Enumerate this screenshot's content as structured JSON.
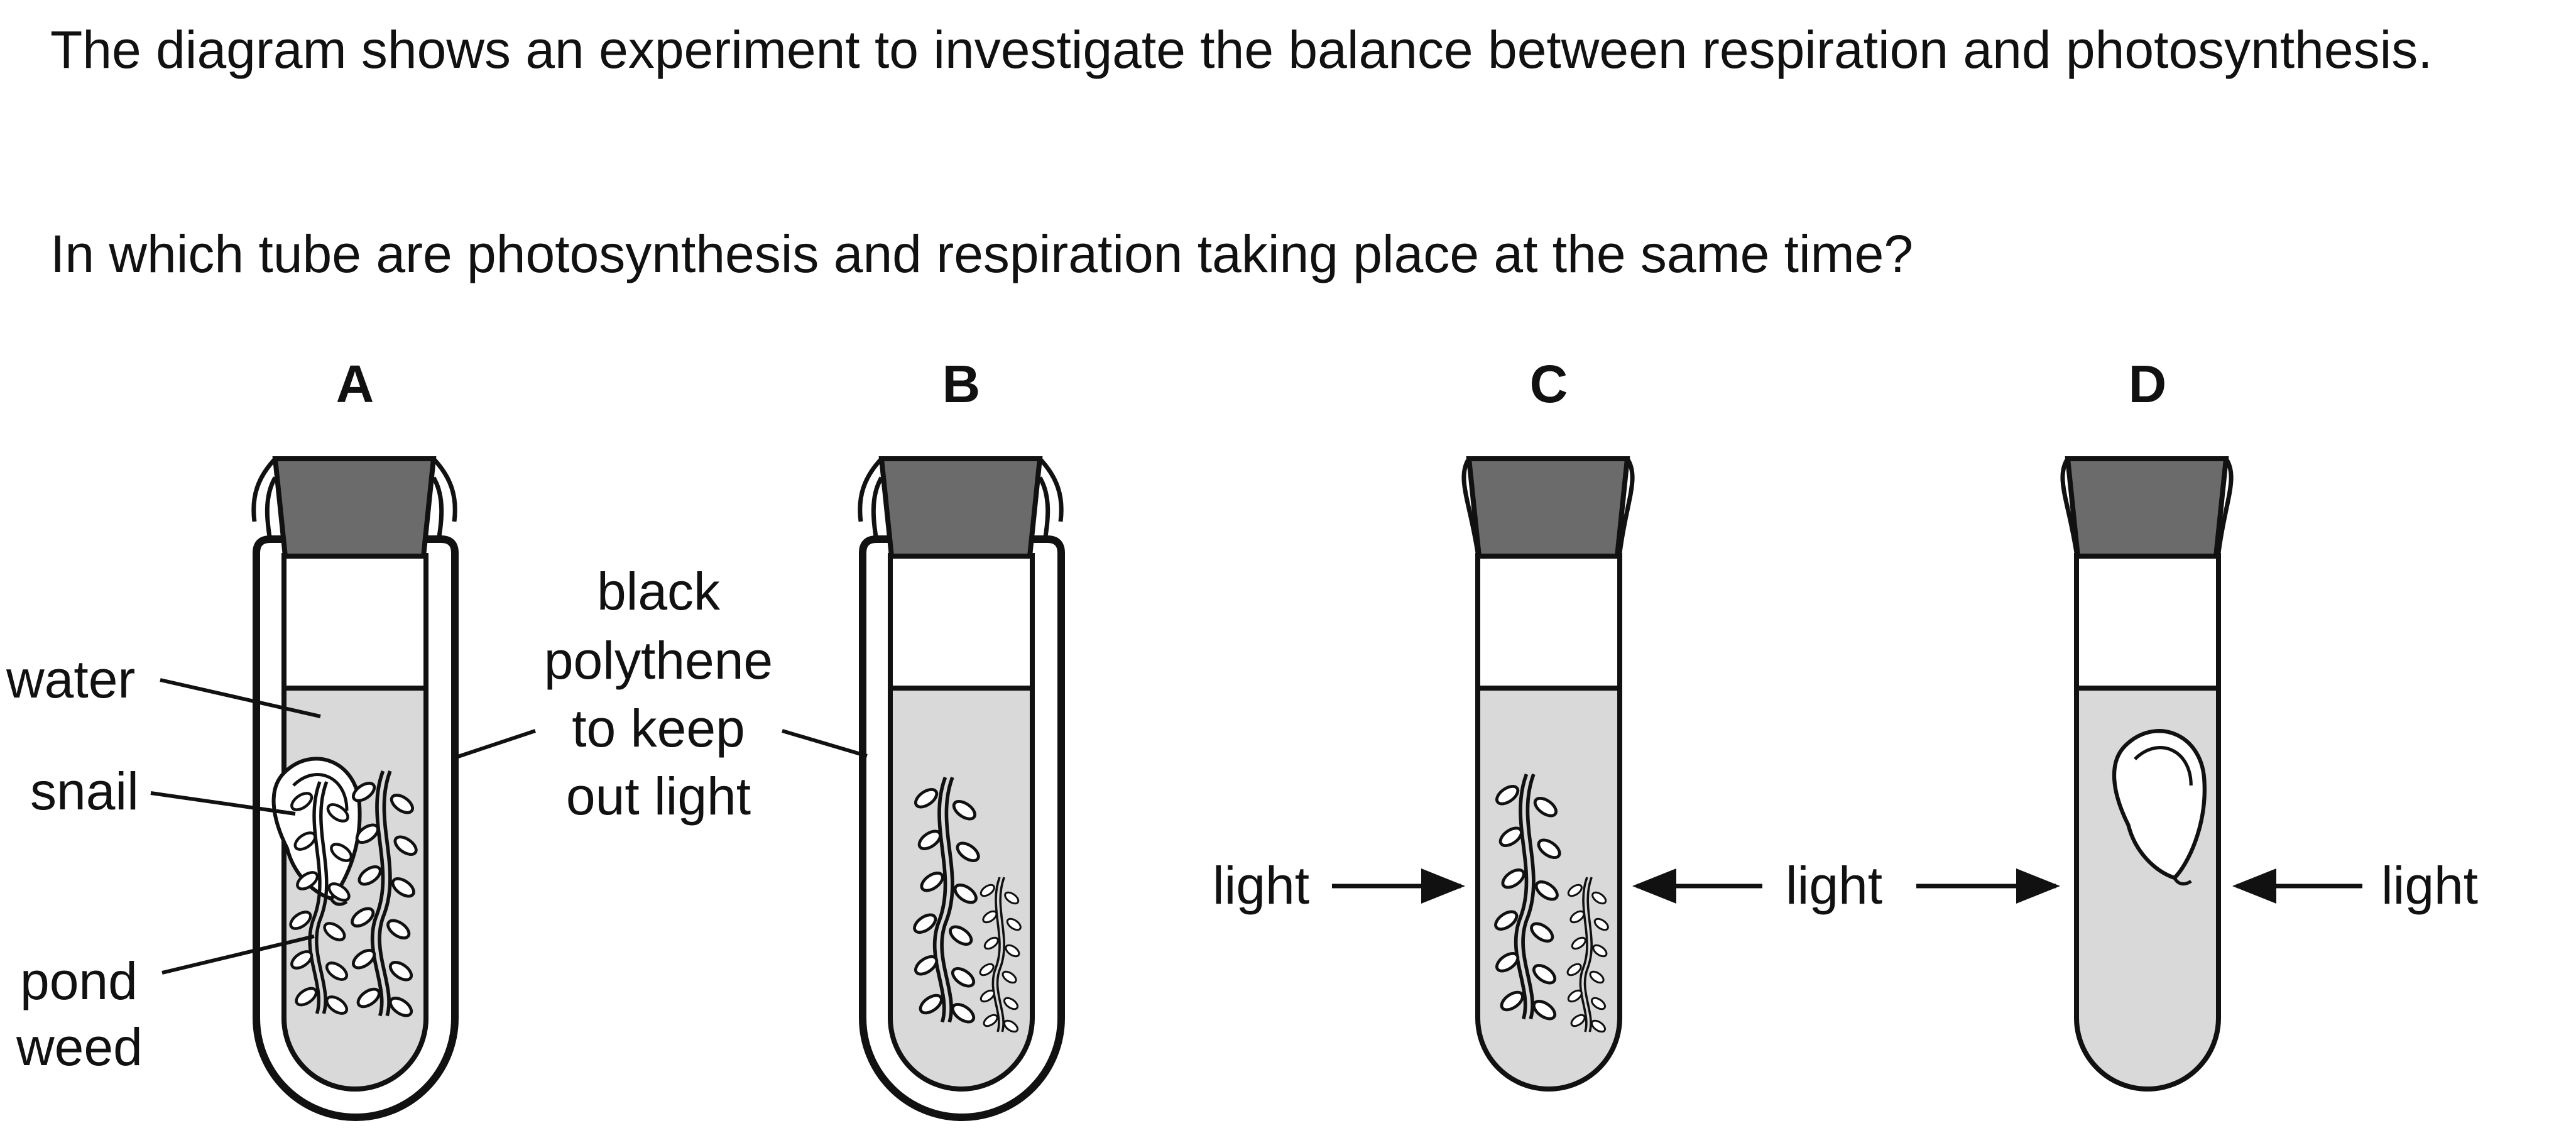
{
  "question": {
    "stem": "The diagram shows an experiment to investigate the balance between respiration and photosynthesis.",
    "prompt": "In which tube are photosynthesis and respiration taking place at the same time?"
  },
  "tubes": [
    {
      "letter": "A",
      "covered": true,
      "snail": true,
      "pondweed": true,
      "lit": false
    },
    {
      "letter": "B",
      "covered": true,
      "snail": false,
      "pondweed": true,
      "lit": false
    },
    {
      "letter": "C",
      "covered": false,
      "snail": false,
      "pondweed": true,
      "lit": true
    },
    {
      "letter": "D",
      "covered": false,
      "snail": true,
      "pondweed": false,
      "lit": true
    }
  ],
  "labels": {
    "water": "water",
    "snail": "snail",
    "pondweed_1": "pond",
    "pondweed_2": "weed",
    "polythene_1": "black",
    "polythene_2": "polythene",
    "polythene_3": "to keep",
    "polythene_4": "out light",
    "light": "light"
  },
  "colors": {
    "water": "#d9d9d9",
    "stopper": "#6b6b6b",
    "outline": "#111111"
  }
}
